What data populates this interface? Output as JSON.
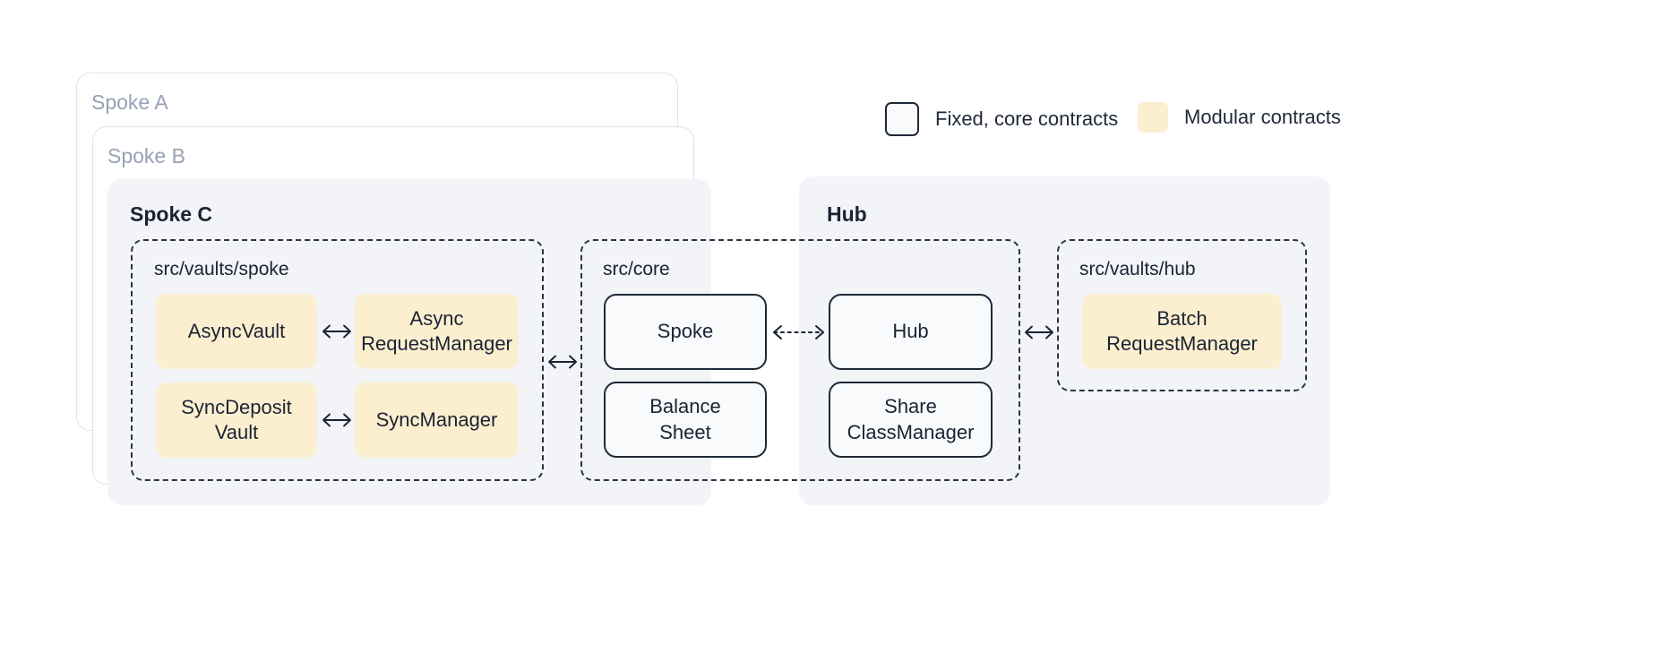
{
  "legend": {
    "items": [
      {
        "label": "Fixed, core contracts",
        "kind": "core",
        "swatch_color": "#f8fafc",
        "border_color": "#1f2937"
      },
      {
        "label": "Modular contracts",
        "kind": "modular",
        "swatch_color": "#fcefd0"
      }
    ]
  },
  "stacked_cards": [
    {
      "title": "Spoke A"
    },
    {
      "title": "Spoke B"
    }
  ],
  "panels": [
    {
      "id": "spoke-c",
      "title": "Spoke C"
    },
    {
      "id": "hub",
      "title": "Hub"
    }
  ],
  "groups": [
    {
      "id": "vaults-spoke",
      "label": "src/vaults/spoke"
    },
    {
      "id": "core",
      "label": "src/core"
    },
    {
      "id": "vaults-hub",
      "label": "src/vaults/hub"
    }
  ],
  "nodes": {
    "async_vault": {
      "label": "AsyncVault",
      "kind": "modular"
    },
    "async_request_manager": {
      "line1": "Async",
      "line2": "RequestManager",
      "kind": "modular"
    },
    "sync_deposit_vault": {
      "line1": "SyncDeposit",
      "line2": "Vault",
      "kind": "modular"
    },
    "sync_manager": {
      "label": "SyncManager",
      "kind": "modular"
    },
    "spoke": {
      "label": "Spoke",
      "kind": "core"
    },
    "balance_sheet": {
      "line1": "Balance",
      "line2": "Sheet",
      "kind": "core"
    },
    "hub": {
      "label": "Hub",
      "kind": "core"
    },
    "share_class_manager": {
      "line1": "Share",
      "line2": "ClassManager",
      "kind": "core"
    },
    "batch_request_manager": {
      "line1": "Batch",
      "line2": "RequestManager",
      "kind": "modular"
    }
  },
  "connections": [
    {
      "id": "asyncvault-asyncrequestmanager",
      "glyph": "bidirectional",
      "style": "solid"
    },
    {
      "id": "syncdepositvault-syncmanager",
      "glyph": "bidirectional",
      "style": "solid"
    },
    {
      "id": "spokegroup-coregroup",
      "glyph": "bidirectional",
      "style": "solid"
    },
    {
      "id": "spoke-hub",
      "glyph": "bidirectional",
      "style": "dotted"
    },
    {
      "id": "coregroup-hubvaults",
      "glyph": "bidirectional",
      "style": "solid"
    }
  ],
  "colors": {
    "page_background": "#ffffff",
    "panel_background": "#f2f4f8",
    "modular_fill": "#fcefd0",
    "core_fill": "#f8fafc",
    "core_stroke": "#1f2937",
    "dashed_stroke": "#2c3444",
    "muted_title": "#97a0b5",
    "strong_title": "#1b2333",
    "card_border": "#dfe3ef"
  }
}
